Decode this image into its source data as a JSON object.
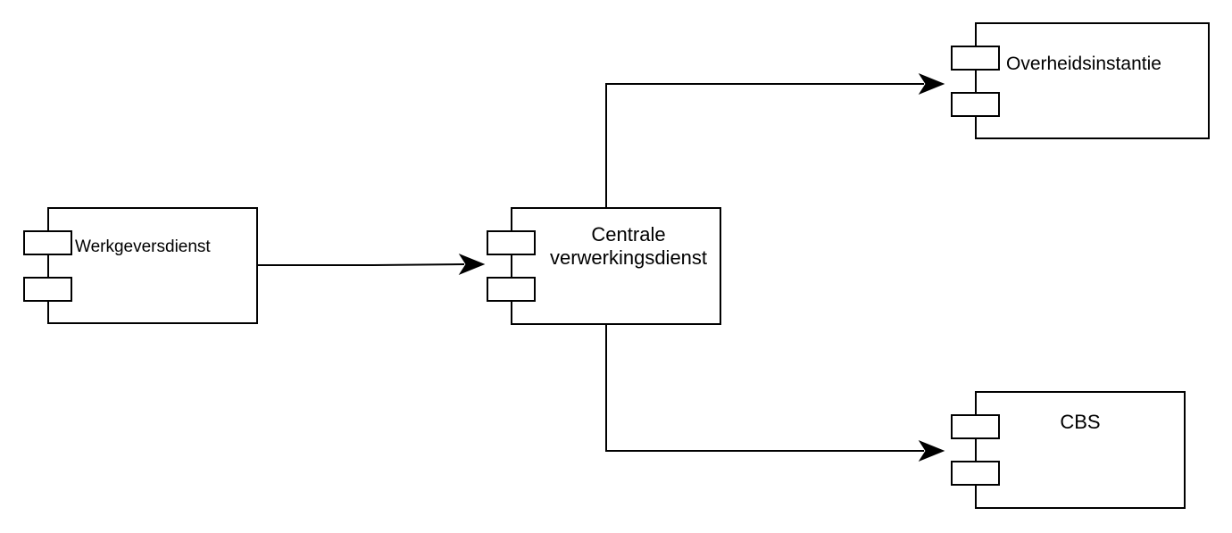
{
  "diagram": {
    "components": {
      "werkgeversdienst": {
        "label": "Werkgeversdienst"
      },
      "centrale": {
        "label_line1": "Centrale",
        "label_line2": "verwerkingsdienst"
      },
      "overheidsinstantie": {
        "label": "Overheidsinstantie"
      },
      "cbs": {
        "label": "CBS"
      }
    },
    "connections": [
      {
        "from": "Werkgeversdienst",
        "to": "Centrale verwerkingsdienst"
      },
      {
        "from": "Centrale verwerkingsdienst",
        "to": "Overheidsinstantie"
      },
      {
        "from": "Centrale verwerkingsdienst",
        "to": "CBS"
      }
    ]
  }
}
